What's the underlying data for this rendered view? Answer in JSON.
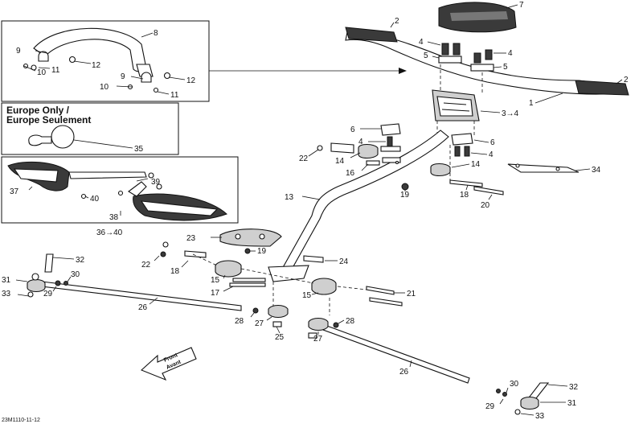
{
  "inset": {
    "europe_line1": "Europe Only /",
    "europe_line2": "Europe Seulement"
  },
  "diagram_code": "23M1110-11-12",
  "front_arrow": {
    "line1": "Front",
    "line2": "Avant"
  },
  "callouts": {
    "c1": "1",
    "c2a": "2",
    "c2b": "2",
    "c3": "3→4",
    "c4a": "4",
    "c4b": "4",
    "c4c": "4",
    "c4d": "4",
    "c5a": "5",
    "c5b": "5",
    "c6a": "6",
    "c6b": "6",
    "c7": "7",
    "c8": "8",
    "c9a": "9",
    "c9b": "9",
    "c10a": "10",
    "c10b": "10",
    "c11a": "11",
    "c11b": "11",
    "c12a": "12",
    "c12b": "12",
    "c13": "13",
    "c14a": "14",
    "c14b": "14",
    "c15a": "15",
    "c15b": "15",
    "c16": "16",
    "c17": "17",
    "c18a": "18",
    "c18b": "18",
    "c19a": "19",
    "c19b": "19",
    "c20": "20",
    "c21": "21",
    "c22a": "22",
    "c22b": "22",
    "c23": "23",
    "c24": "24",
    "c25": "25",
    "c26a": "26",
    "c26b": "26",
    "c27a": "27",
    "c27b": "27",
    "c28a": "28",
    "c28b": "28",
    "c29a": "29",
    "c29b": "29",
    "c30a": "30",
    "c30b": "30",
    "c31a": "31",
    "c31b": "31",
    "c32a": "32",
    "c32b": "32",
    "c33a": "33",
    "c33b": "33",
    "c34": "34",
    "c35": "35",
    "c36": "36→40",
    "c37": "37",
    "c38": "38",
    "c39": "39",
    "c40": "40"
  }
}
